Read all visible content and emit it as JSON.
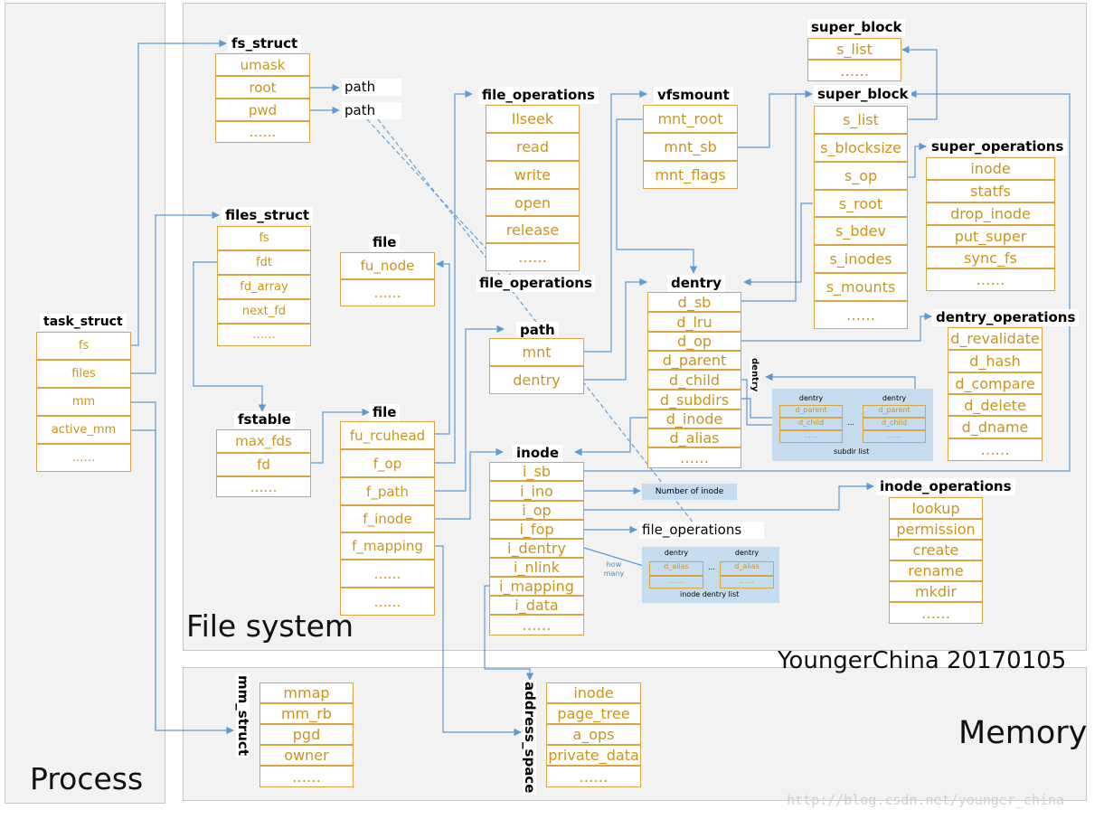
{
  "regions": {
    "process": "Process",
    "file_system": "File system",
    "memory": "Memory",
    "author": "YoungerChina 20170105",
    "watermark": "http://blog.csdn.net/younger_china"
  },
  "structs": {
    "task_struct": {
      "title": "task_struct",
      "fields": [
        "fs",
        "files",
        "mm",
        "active_mm",
        "……"
      ]
    },
    "fs_struct": {
      "title": "fs_struct",
      "fields": [
        "umask",
        "root",
        "pwd",
        "……"
      ]
    },
    "files_struct": {
      "title": "files_struct",
      "fields": [
        "fs",
        "fdt",
        "fd_array",
        "next_fd",
        "……"
      ]
    },
    "fstable": {
      "title": "fstable",
      "fields": [
        "max_fds",
        "fd",
        "……"
      ]
    },
    "file_top": {
      "title": "file",
      "fields": [
        "fu_node",
        "……"
      ]
    },
    "file_main": {
      "title": "file",
      "fields": [
        "fu_rcuhead",
        "f_op",
        "f_path",
        "f_inode",
        "f_mapping",
        "……",
        "……"
      ]
    },
    "file_operations": {
      "title": "file_operations",
      "fields": [
        "llseek",
        "read",
        "write",
        "open",
        "release",
        "……"
      ]
    },
    "vfsmount": {
      "title": "vfsmount",
      "fields": [
        "mnt_root",
        "mnt_sb",
        "mnt_flags"
      ]
    },
    "path_struct": {
      "title": "path",
      "fields": [
        "mnt",
        "dentry"
      ]
    },
    "dentry": {
      "title": "dentry",
      "fields": [
        "d_sb",
        "d_lru",
        "d_op",
        "d_parent",
        "d_child",
        "d_subdirs",
        "d_inode",
        "d_alias",
        "……"
      ]
    },
    "inode": {
      "title": "inode",
      "fields": [
        "i_sb",
        "i_ino",
        "i_op",
        "i_fop",
        "i_dentry",
        "i_nlink",
        "i_mapping",
        "i_data",
        "……"
      ]
    },
    "super_block_top": {
      "title": "super_block",
      "fields": [
        "s_list",
        "……"
      ]
    },
    "super_block": {
      "title": "super_block",
      "fields": [
        "s_list",
        "s_blocksize",
        "s_op",
        "s_root",
        "s_bdev",
        "s_inodes",
        "s_mounts",
        "……"
      ]
    },
    "super_operations": {
      "title": "super_operations",
      "fields": [
        "inode",
        "statfs",
        "drop_inode",
        "put_super",
        "sync_fs",
        "……"
      ]
    },
    "dentry_operations": {
      "title": "dentry_operations",
      "fields": [
        "d_revalidate",
        "d_hash",
        "d_compare",
        "d_delete",
        "d_dname",
        "……"
      ]
    },
    "inode_operations": {
      "title": "inode_operations",
      "fields": [
        "lookup",
        "permission",
        "create",
        "rename",
        "mkdir",
        "……"
      ]
    },
    "mm_struct": {
      "title": "mm_struct",
      "fields": [
        "mmap",
        "mm_rb",
        "pgd",
        "owner",
        "……"
      ]
    },
    "address_space": {
      "title": "address_space",
      "fields": [
        "inode",
        "page_tree",
        "a_ops",
        "private_data",
        "……"
      ]
    }
  },
  "labels": {
    "path_root": "path",
    "path_pwd": "path",
    "file_operations_mid": "file_operations",
    "file_operations_inode": "file_operations",
    "number_of_inode": "Number of inode",
    "dentry_vertical": "dentry",
    "how_many": "how many"
  },
  "subdir_list": {
    "caption": "subdir list",
    "nodes": [
      {
        "title": "dentry",
        "fields": [
          "d_parent",
          "d_child",
          "……"
        ]
      },
      {
        "title": "dentry",
        "fields": [
          "d_parent",
          "d_child",
          "……"
        ]
      }
    ],
    "link": "…"
  },
  "inode_dentry_list": {
    "caption": "inode dentry list",
    "nodes": [
      {
        "title": "dentry",
        "fields": [
          "d_alias",
          "……"
        ]
      },
      {
        "title": "dentry",
        "fields": [
          "d_alias",
          "……"
        ]
      }
    ],
    "link": "…"
  },
  "colors": {
    "arrow": "#5b9bd5",
    "cell_border": "#d9a441",
    "cell_text": "#c9951e",
    "region_bg": "#f2f2f2",
    "list_bg": "#c5dcef"
  }
}
